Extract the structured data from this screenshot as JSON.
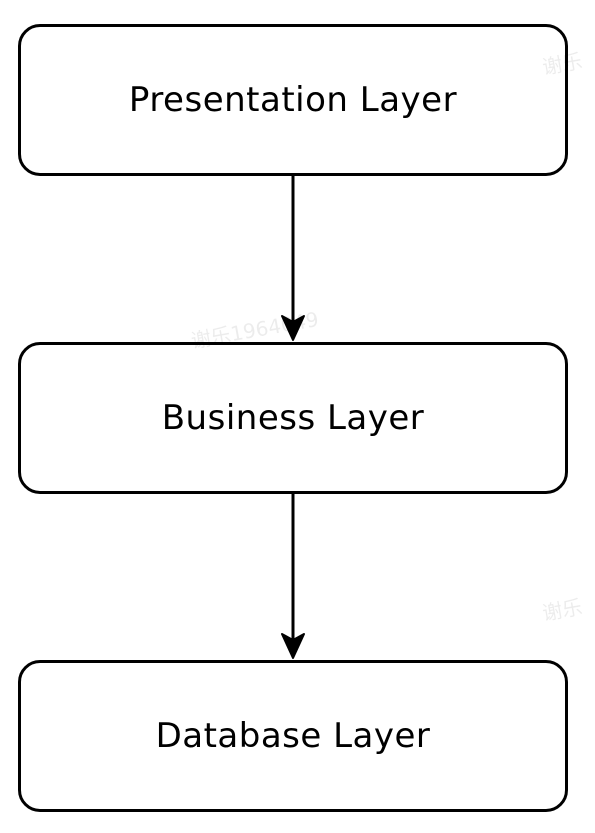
{
  "layers": {
    "presentation": {
      "label": "Presentation Layer"
    },
    "business": {
      "label": "Business Layer"
    },
    "database": {
      "label": "Database Layer"
    }
  },
  "watermarks": [
    "谢乐",
    "谢乐1964049",
    "谢乐"
  ],
  "colors": {
    "stroke": "#000000",
    "background": "#ffffff"
  }
}
